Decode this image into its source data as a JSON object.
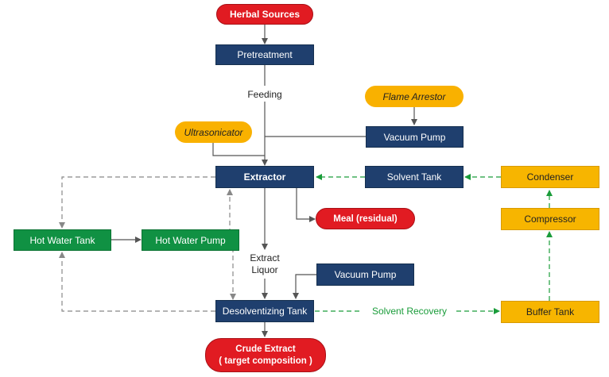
{
  "nodes": {
    "herbal_sources": "Herbal Sources",
    "pretreatment": "Pretreatment",
    "flame_arrestor": "Flame Arrestor",
    "ultrasonicator": "Ultrasonicator",
    "vacuum_pump_top": "Vacuum Pump",
    "extractor": "Extractor",
    "solvent_tank": "Solvent Tank",
    "condenser": "Condenser",
    "meal": "Meal (residual)",
    "compressor": "Compressor",
    "hot_water_tank": "Hot Water Tank",
    "hot_water_pump": "Hot Water Pump",
    "vacuum_pump_bottom": "Vacuum Pump",
    "desolventizing_tank": "Desolventizing Tank",
    "buffer_tank": "Buffer Tank",
    "crude_extract_line1": "Crude Extract",
    "crude_extract_line2": "( target composition )"
  },
  "labels": {
    "feeding": "Feeding",
    "extract_liquor_line1": "Extract",
    "extract_liquor_line2": "Liquor",
    "solvent_recovery": "Solvent Recovery"
  },
  "colors": {
    "process_blue": "#1f3f6e",
    "water_green": "#109143",
    "recovery_orange": "#f7b500",
    "endpoint_red": "#e11b22",
    "solvent_line_green": "#1a9c3a",
    "water_line_gray": "#8a8a8a"
  }
}
